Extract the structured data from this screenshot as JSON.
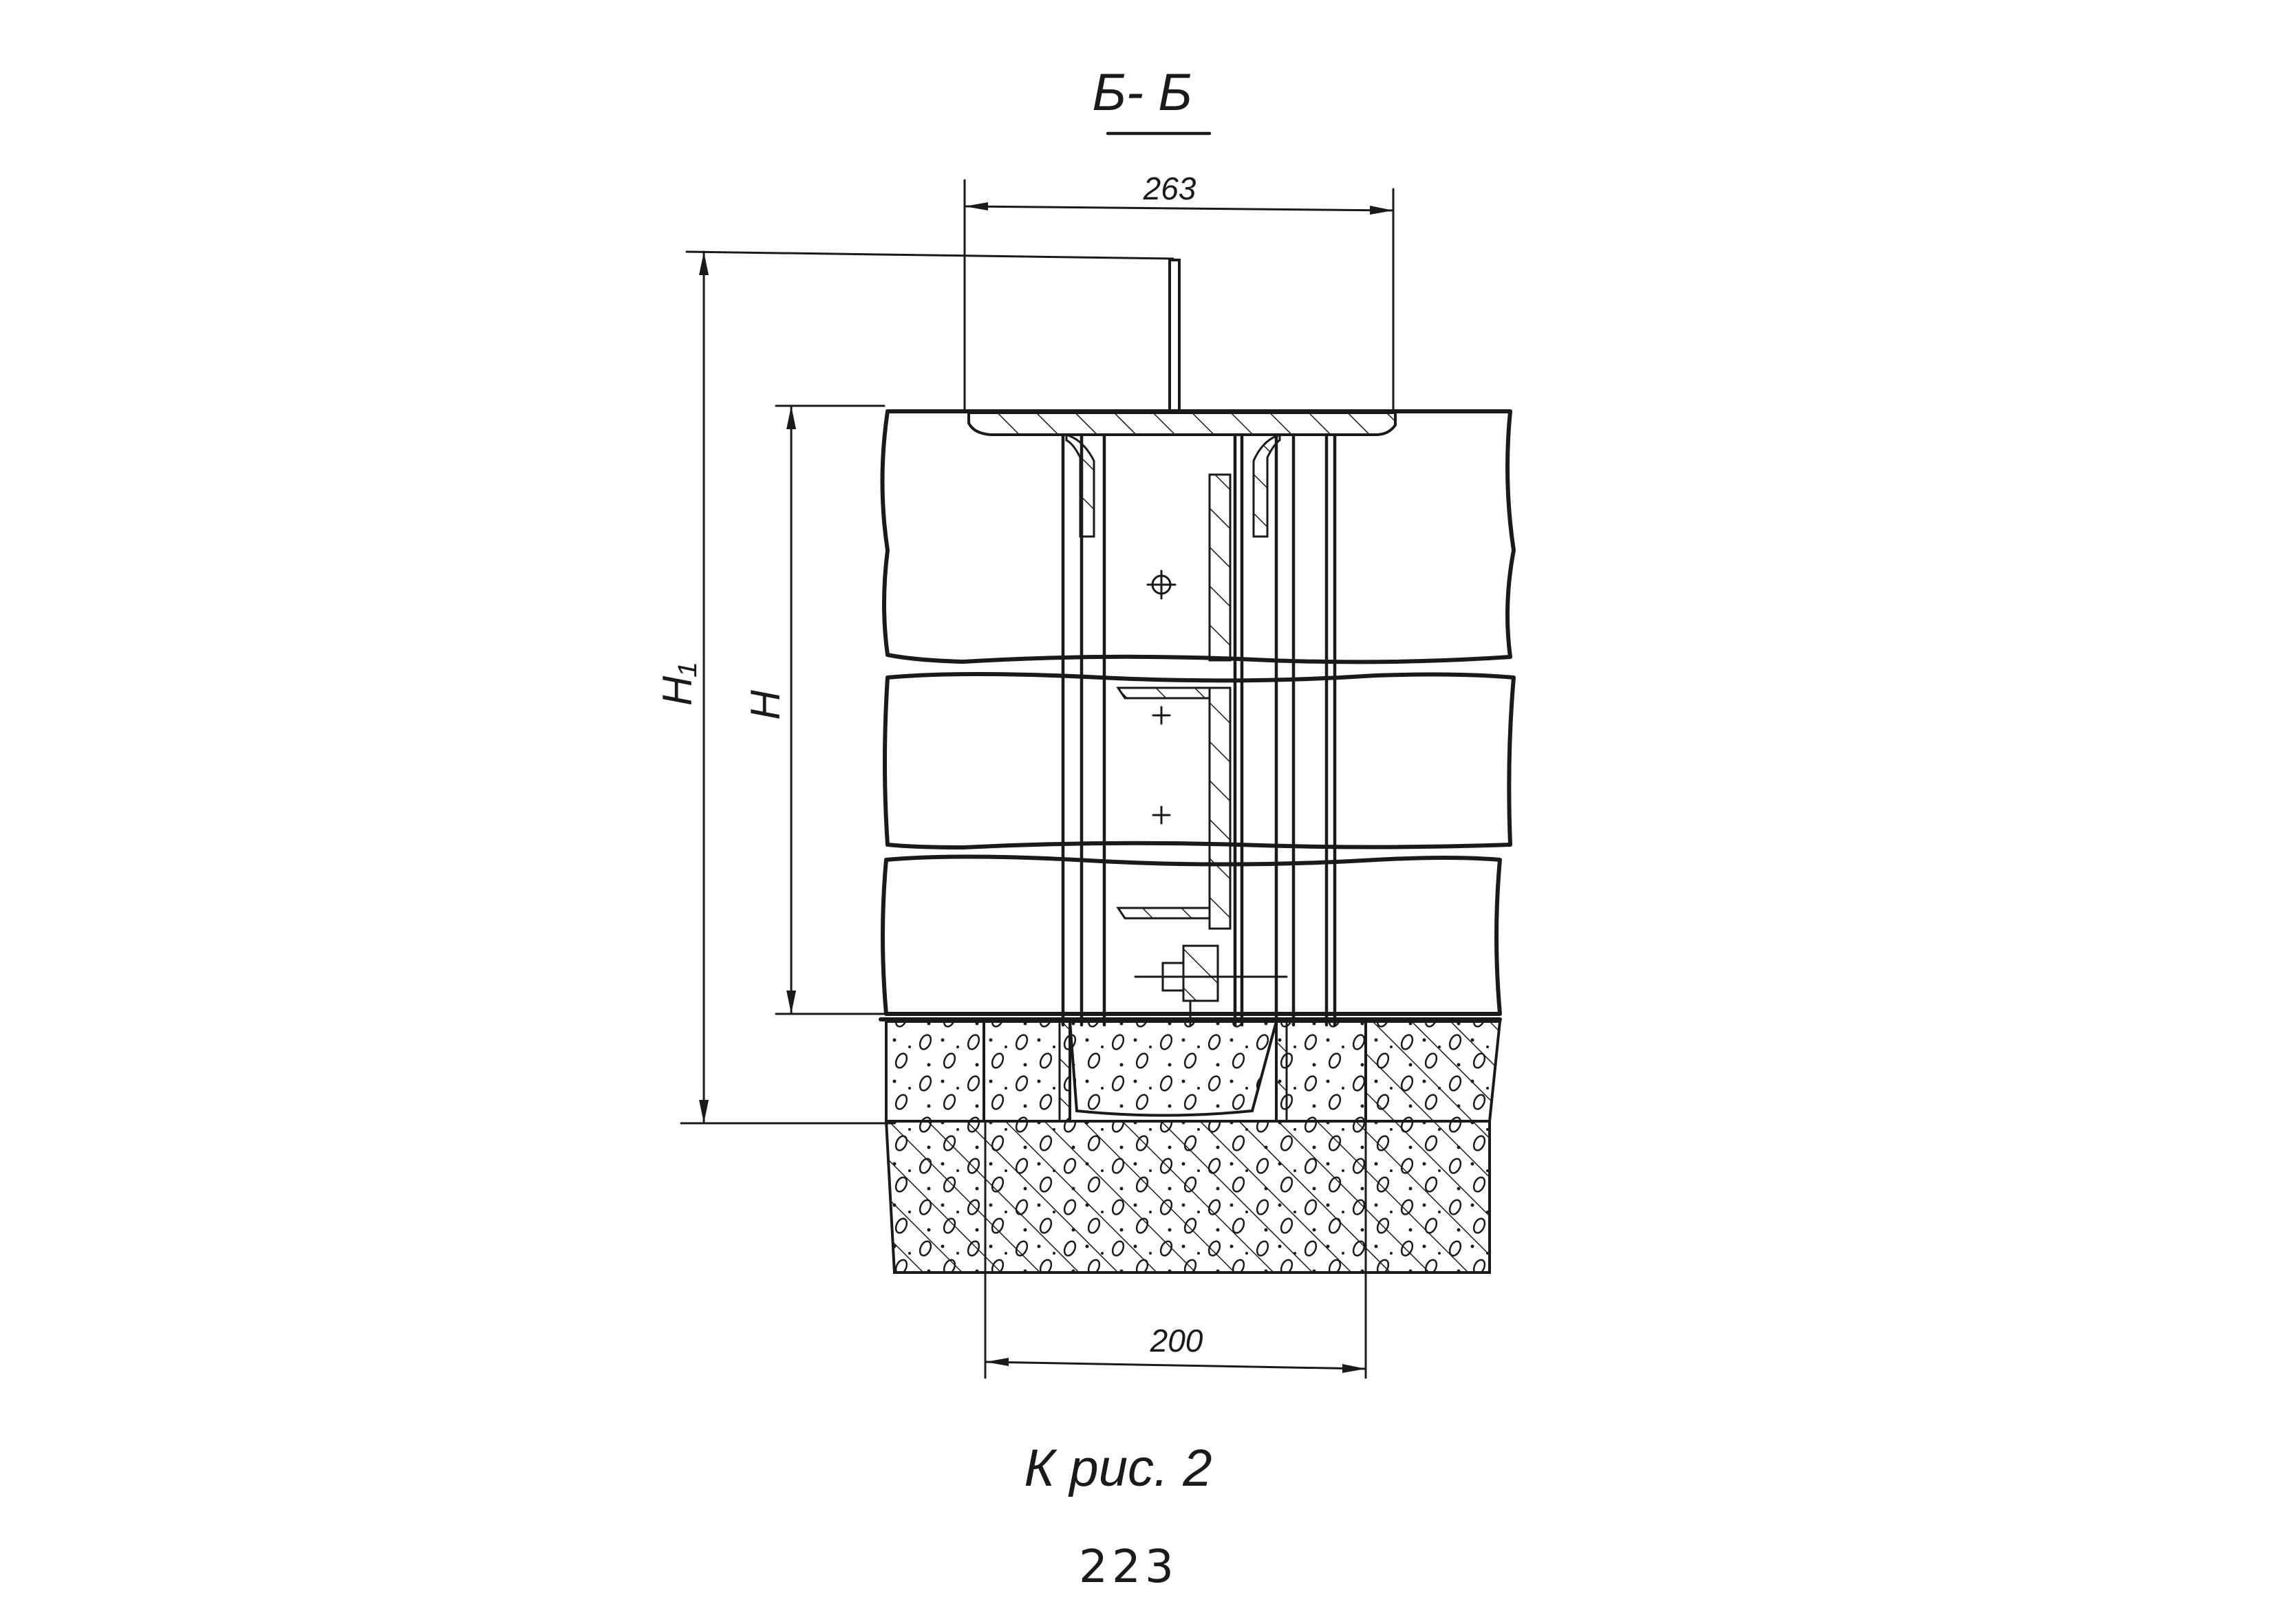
{
  "drawing": {
    "section_label": "Б- Б",
    "dimensions": {
      "top_width": "263",
      "bottom_width": "200",
      "total_height": "H₁",
      "wall_height": "H"
    },
    "caption": "К рис. 2",
    "page_number": "223"
  },
  "colors": {
    "ink": "#1a1a1a",
    "paper": "#ffffff"
  }
}
